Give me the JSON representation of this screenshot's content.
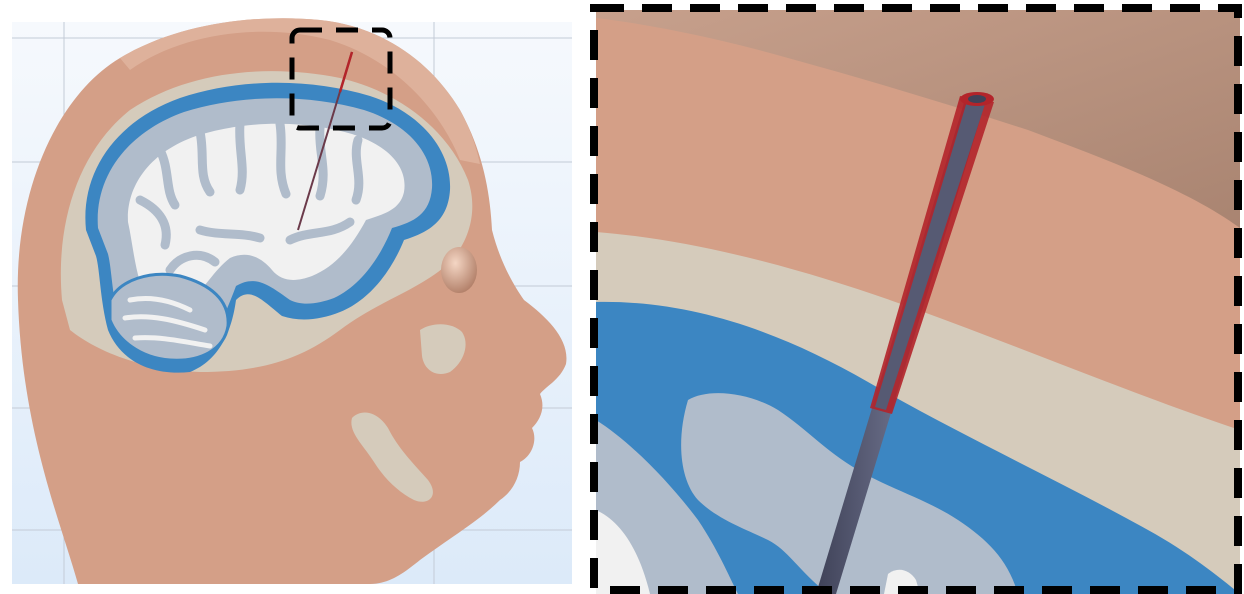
{
  "figure": {
    "left_panel": {
      "view": "sagittal-head-section",
      "tissues": [
        "scalp",
        "skull",
        "csf",
        "grey-matter",
        "white-matter"
      ],
      "zoom_indicator": "dashed-box"
    },
    "right_panel": {
      "view": "zoomed-region",
      "objects": [
        "electrode-shaft",
        "insulation-sleeve"
      ]
    }
  },
  "colors": {
    "background": "#e8f1fb",
    "scalp": "#d49f87",
    "skull": "#d5cbbb",
    "csf": "#3c86c2",
    "grey_matter": "#b0bccb",
    "white_matter": "#f1f1f1",
    "electrode": "#565a73",
    "insulation": "#b3242a",
    "dash": "#000000"
  },
  "icons": {
    "zoom_box": "dashed-rectangle-icon",
    "eye": "eye-bulge-icon"
  }
}
